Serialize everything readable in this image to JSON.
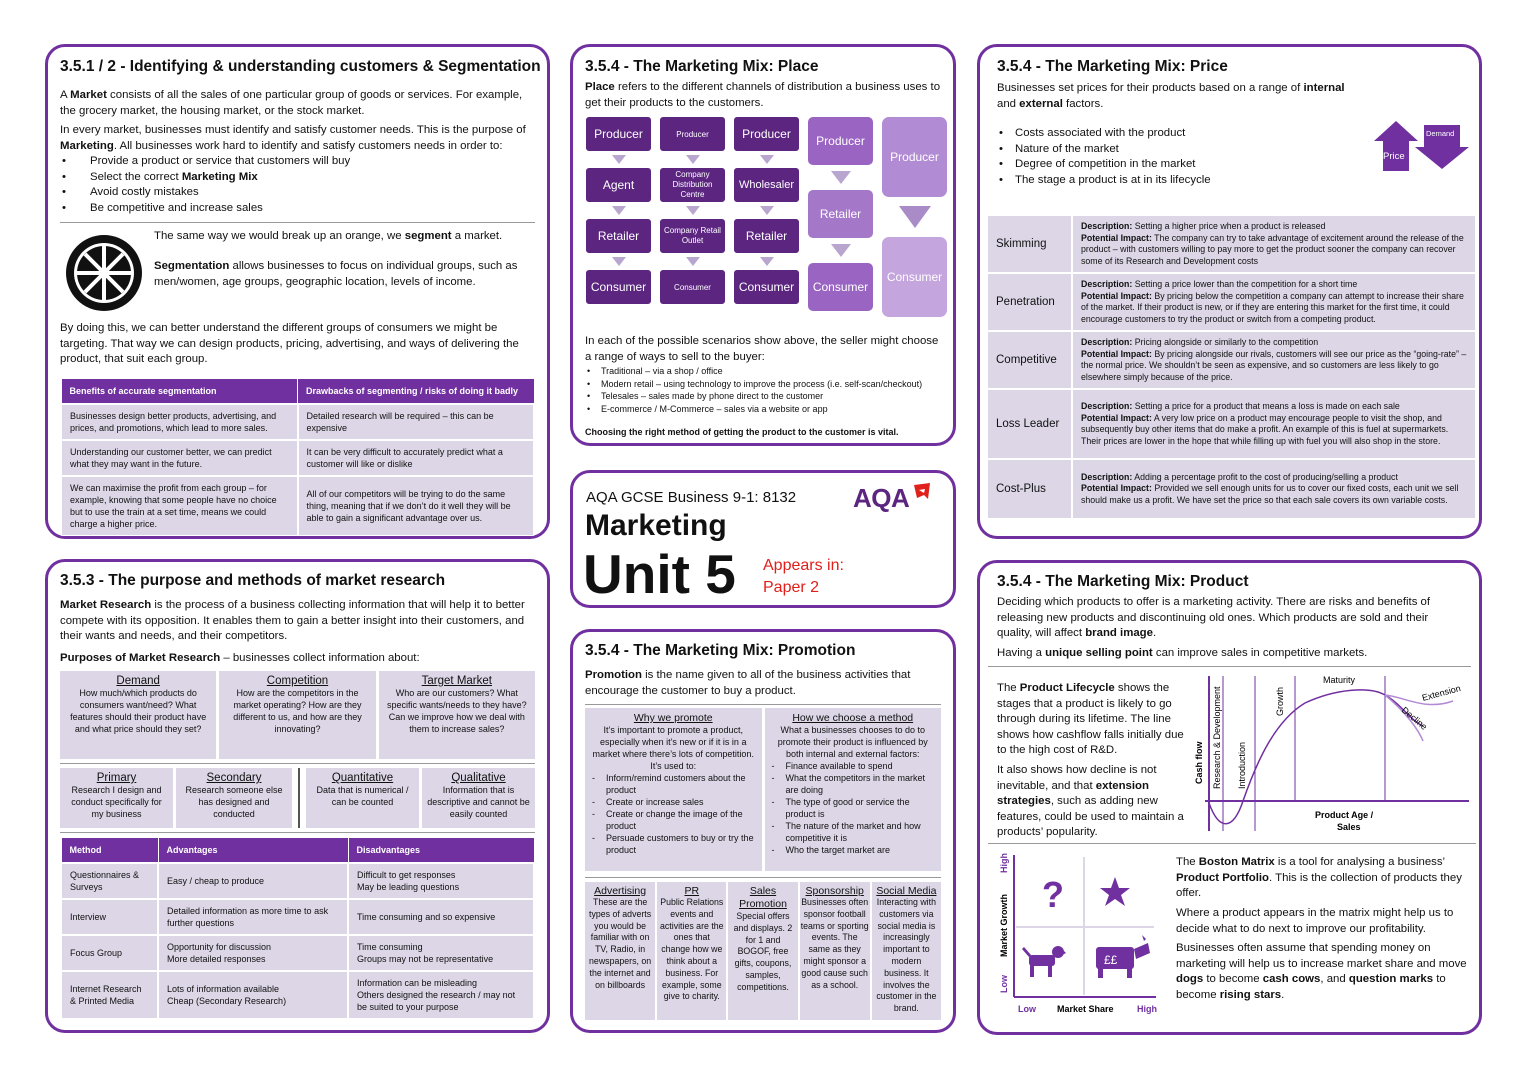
{
  "seg": {
    "title": "3.5.1 / 2 - Identifying & understanding customers & Segmentation",
    "p1_pre": "A ",
    "p1_b": "Market",
    "p1_post": " consists of all the sales of one particular group of goods or services. For example, the grocery market, the housing market, or the stock market.",
    "p2_pre": "In every market, businesses must identify and satisfy customer needs. This is the purpose of ",
    "p2_b": "Marketing",
    "p2_post": ". All businesses work hard to identify and satisfy customers needs in order to:",
    "bullets": [
      "Provide a product or service that customers will buy",
      "Select the correct ",
      "Avoid costly mistakes",
      "Be competitive and increase sales"
    ],
    "bullet2_b": "Marketing Mix",
    "orange_pre": "The same way we would break up an orange, we ",
    "orange_b": "segment",
    "orange_post": " a market.",
    "segdef_b": "Segmentation",
    "segdef_post": " allows businesses to focus on individual groups, such as men/women, age groups, geographic location, levels of income.",
    "p3": "By doing this, we can better understand the different groups of consumers we might be targeting. That way we can design products, pricing, advertising, and ways of delivering the product, that suit each group.",
    "table_headers": [
      "Benefits of accurate segmentation",
      "Drawbacks of segmenting / risks of doing it badly"
    ],
    "table_rows": [
      [
        "Businesses design better products, advertising, and prices, and promotions, which lead to more sales.",
        "Detailed research will be required – this can be expensive"
      ],
      [
        "Understanding our customer better, we can predict what they may want in the future.",
        "It can be very difficult to accurately predict what a customer will like or dislike"
      ],
      [
        "We can maximise the profit from each group – for example, knowing that some people have no choice but to use the train at a set time, means we could charge a higher price.",
        "All of our competitors will be trying to do the same thing, meaning that if we don’t do it well they will be able to gain a significant advantage over us."
      ]
    ]
  },
  "research": {
    "title": "3.5.3 - The purpose and methods of market research",
    "p1_b": "Market Research",
    "p1_post": " is the process of a business collecting information that will help it to better compete with its opposition. It enables them to gain a better insight into their customers, and their wants and needs, and their competitors.",
    "p2_b": "Purposes of Market Research",
    "p2_post": " – businesses collect information about:",
    "purposes": [
      {
        "h": "Demand",
        "t": "How much/which products do consumers want/need? What features should their product have and what price should they set?"
      },
      {
        "h": "Competition",
        "t": "How are the competitors in the market operating? How are they different to us, and how are they innovating?"
      },
      {
        "h": "Target Market",
        "t": "Who are our customers? What specific wants/needs to they have? Can we improve how we deal with them to increase sales?"
      }
    ],
    "types": [
      {
        "h": "Primary",
        "t": "Research I design and conduct specifically for my business"
      },
      {
        "h": "Secondary",
        "t": "Research someone else has designed and conducted"
      },
      {
        "h": "Quantitative",
        "t": "Data that is numerical / can be counted"
      },
      {
        "h": "Qualitative",
        "t": "Information that is descriptive and cannot be easily counted"
      }
    ],
    "table_headers": [
      "Method",
      "Advantages",
      "Disadvantages"
    ],
    "table_rows": [
      [
        "Questionnaires & Surveys",
        "Easy / cheap to produce",
        "Difficult to get responses\nMay be leading questions"
      ],
      [
        "Interview",
        "Detailed information as more time to ask further questions",
        "Time consuming and so expensive"
      ],
      [
        "Focus Group",
        "Opportunity for discussion\nMore detailed responses",
        "Time consuming\nGroups may not be representative"
      ],
      [
        "Internet Research & Printed Media",
        "Lots of information available\nCheap (Secondary Research)",
        "Information can be misleading\nOthers designed the research / may not be suited to your purpose"
      ]
    ]
  },
  "place": {
    "title": "3.5.4 - The Marketing Mix: Place",
    "p1_b": "Place",
    "p1_post": " refers to the different channels of distribution a business uses to get their products to the customers.",
    "col1": [
      "Producer",
      "Agent",
      "Retailer",
      "Consumer"
    ],
    "col2": [
      "Producer",
      "Company Distribution Centre",
      "Company Retail Outlet",
      "Consumer"
    ],
    "col3": [
      "Producer",
      "Wholesaler",
      "Retailer",
      "Consumer"
    ],
    "col4": [
      "Producer",
      "Retailer",
      "Consumer"
    ],
    "col5": [
      "Producer",
      "Consumer"
    ],
    "p2": "In each of the possible scenarios show above, the seller might choose a range of ways to sell to the buyer:",
    "bullets": [
      "Traditional – via a shop / office",
      "Modern retail – using technology to improve the process (i.e. self-scan/checkout)",
      "Telesales – sales made by phone direct to the customer",
      "E-commerce / M-Commerce – sales via a website or app"
    ],
    "note": "Choosing the right method of getting the product to the customer is vital."
  },
  "cover": {
    "course": "AQA GCSE Business 9-1: 8132",
    "logo": "AQA",
    "topic": "Marketing",
    "unit": "Unit 5",
    "appears": "Appears in:",
    "paper": "Paper 2"
  },
  "promo": {
    "title": "3.5.4 - The Marketing Mix: Promotion",
    "p1_b": "Promotion",
    "p1_post": " is the name given to all of the business activities that encourage the customer to buy a product.",
    "why_h": "Why we promote",
    "why_t": "It’s important to promote a product, especially when it’s new or if it is in a market where there’s lots of competition. It’s used to:",
    "why_list": [
      "Inform/remind customers about the product",
      "Create or increase sales",
      "Create or change the image of the product",
      "Persuade customers to buy or try the product"
    ],
    "how_h": "How we choose a method",
    "how_t": "What a businesses chooses to do to promote their product is influenced by both internal and external factors:",
    "how_list": [
      "Finance available to spend",
      "What the competitors in the market are doing",
      "The type of good or service the product is",
      "The nature of the market and how competitive it is",
      "Who the target market are"
    ],
    "methods": [
      {
        "h": "Advertising",
        "t": "These are the types of adverts you would be familiar with on TV, Radio, in newspapers, on the internet and on billboards"
      },
      {
        "h": "PR",
        "t": "Public Relations events and activities are the ones that change how we think about a business. For example, some give to charity."
      },
      {
        "h": "Sales Promotion",
        "t": "Special offers and displays. 2 for 1 and BOGOF, free gifts, coupons, samples, competitions."
      },
      {
        "h": "Sponsorship",
        "t": "Businesses often sponsor football teams or sporting events. The same as they might sponsor a good cause such as a school."
      },
      {
        "h": "Social Media",
        "t": "Interacting with customers via social media is increasingly important to modern business. It involves the customer in the brand."
      }
    ]
  },
  "price": {
    "title": "3.5.4 - The Marketing Mix: Price",
    "p1_pre": "Businesses set prices for their products based on a range of ",
    "p1_b1": "internal",
    "p1_mid": " and ",
    "p1_b2": "external",
    "p1_post": " factors.",
    "bullets": [
      "Costs associated with the product",
      "Nature of the market",
      "Degree of competition in the market",
      "The stage a product is at in its lifecycle"
    ],
    "icon_price": "Price",
    "icon_demand": "Demand",
    "desc_label": "Description:",
    "impact_label": "Potential Impact:",
    "rows": [
      {
        "name": "Skimming",
        "desc": "Setting a higher price when a product is released",
        "impact": "The company can try to take advantage of excitement around the release of the product – with customers willing to pay more to get the product sooner the company can recover some of its Research and Development costs"
      },
      {
        "name": "Penetration",
        "desc": "Setting a price lower than the competition for a short time",
        "impact": "By pricing below the competition a company can attempt to increase their share of the market. If their product is new, or if they are entering this market for the first time, it could encourage customers to try the product or switch from a competing product."
      },
      {
        "name": "Competitive",
        "desc": "Pricing alongside or similarly to the competition",
        "impact": "By pricing alongside our rivals, customers will see our price as the “going-rate” – the normal price. We shouldn’t be seen as expensive, and so customers are less likely to go elsewhere simply because of the price."
      },
      {
        "name": "Loss Leader",
        "desc": "Setting a price for a product that means a loss is made on each sale",
        "impact": "A very low price on a product may encourage people to visit the shop, and subsequently buy other items that do make a profit. An example of this is fuel at supermarkets. Their prices are lower in the hope that while filling up with fuel you will also shop in the store."
      },
      {
        "name": "Cost-Plus",
        "desc": "Adding a percentage profit to the cost of producing/selling a product",
        "impact": "Provided we sell enough units for us to cover our fixed costs, each unit we sell should make us a profit. We have set the price so that each sale covers its own variable costs."
      }
    ]
  },
  "product": {
    "title": "3.5.4 - The Marketing Mix: Product",
    "p1_pre": "Deciding which products to offer is a marketing activity. There are risks and benefits of releasing new products and discontinuing old ones. Which products are sold and their quality, will affect ",
    "p1_b": "brand image",
    "p1_post": ".",
    "p2_pre": "Having a ",
    "p2_b": "unique selling point",
    "p2_post": " can improve sales in competitive markets.",
    "plc1_pre": "The ",
    "plc1_b": "Product Lifecycle",
    "plc1_post": " shows the stages that a product is likely to go through during its lifetime. The line shows how cashflow falls initially due to the high cost of R&D.",
    "plc2_pre": "It also shows how decline is not inevitable, and that ",
    "plc2_b": "extension strategies",
    "plc2_post": ", such as adding new features, could be used to maintain a products’ popularity.",
    "chart_labels": {
      "y": "Cash flow",
      "rd": "Research & Development",
      "intro": "Introduction",
      "growth": "Growth",
      "maturity": "Maturity",
      "extension": "Extension",
      "decline": "Decline",
      "x1": "Product Age /",
      "x2": "Sales"
    },
    "bm_labels": {
      "high": "High",
      "low": "Low",
      "growth": "Market Growth",
      "share": "Market Share",
      "low2": "Low",
      "high2": "High",
      "q": "?",
      "cash": "££"
    },
    "bm1_pre": "The ",
    "bm1_b": "Boston Matrix",
    "bm1_mid": " is a tool for analysing a business’ ",
    "bm1_b2": "Product Portfolio",
    "bm1_post": ". This is the collection of products they offer.",
    "bm2": "Where a product appears in the matrix might help us to decide what to do next to improve our profitability.",
    "bm3_pre": "Businesses often assume that spending money on marketing will help us to increase market share and move ",
    "bm3_b1": "dogs",
    "bm3_m1": " to become ",
    "bm3_b2": "cash cows",
    "bm3_m2": ", and ",
    "bm3_b3": "question marks",
    "bm3_m3": " to become ",
    "bm3_b4": "rising stars",
    "bm3_post": "."
  },
  "colors": {
    "accent": "#7030a0",
    "dark": "#5b2580",
    "light": "#dcd6e6",
    "red": "#e0201b"
  }
}
